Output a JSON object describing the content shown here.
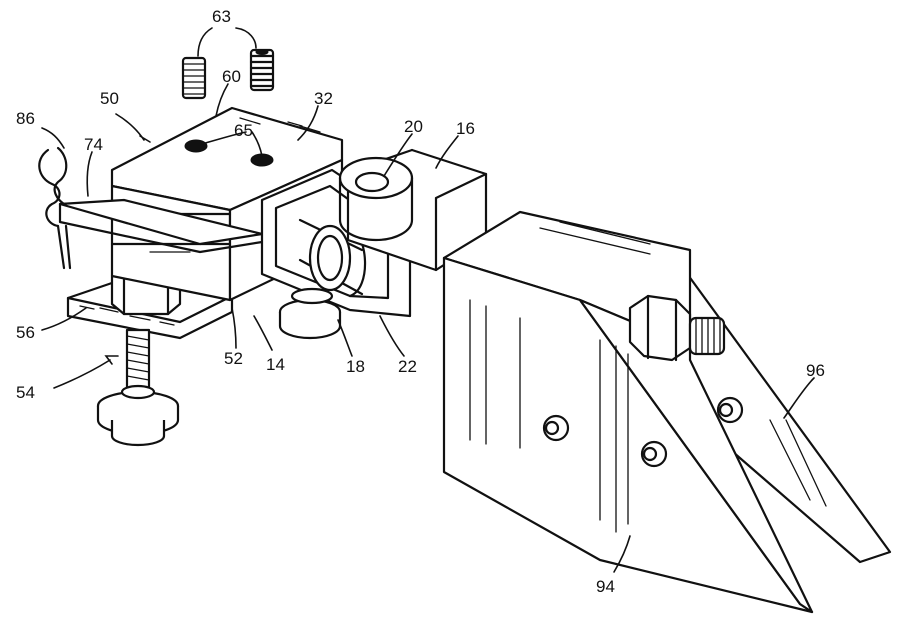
{
  "labels": {
    "l63": "63",
    "l60": "60",
    "l50": "50",
    "l32": "32",
    "l65": "65",
    "l20": "20",
    "l16": "16",
    "l86": "86",
    "l74": "74",
    "l56": "56",
    "l52": "52",
    "l14": "14",
    "l18": "18",
    "l22": "22",
    "l54": "54",
    "l96": "96",
    "l94": "94"
  }
}
